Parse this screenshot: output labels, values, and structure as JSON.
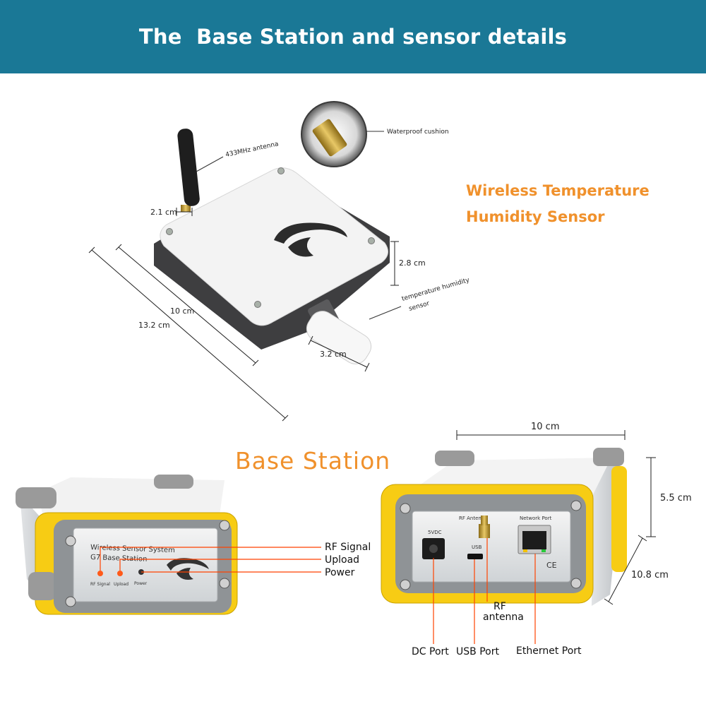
{
  "page": {
    "title": "The  Base Station and sensor details",
    "colors": {
      "banner": "#1a7896",
      "accent": "#f0912c",
      "leader": "#ff4200",
      "housing_yellow": "#f7cc14"
    }
  },
  "sensor": {
    "heading": [
      "Wireless Temperature",
      "Humidity Sensor"
    ],
    "labels": {
      "antenna": "433MHz antenna",
      "cushion": "Waterproof cushion",
      "probe": [
        "temperature humidity",
        "sensor"
      ]
    },
    "dimensions": {
      "antenna_offset": "2.1 cm",
      "height": "2.8 cm",
      "width": "10 cm",
      "length": "13.2 cm",
      "probe_width": "3.2 cm"
    }
  },
  "base_station": {
    "heading": "Base Station",
    "front_panel": {
      "line1": "Wireless  Sensor System",
      "line2": "G7 Base Station",
      "led_labels": [
        "RF Signal",
        "Upload",
        "Power"
      ]
    },
    "indicators": [
      "RF Signal",
      "Upload",
      "Power"
    ],
    "back_panel": {
      "labels": {
        "rf": "RF Antenna",
        "dc": "5VDC",
        "usb": "USB",
        "network": "Network Port",
        "ce": "CE"
      }
    },
    "ports": {
      "dc": "DC Port",
      "usb": "USB Port",
      "ethernet": "Ethernet Port",
      "rf": [
        "RF",
        "antenna"
      ]
    },
    "dimensions": {
      "width": "10 cm",
      "height": "5.5 cm",
      "depth": "10.8 cm"
    }
  }
}
